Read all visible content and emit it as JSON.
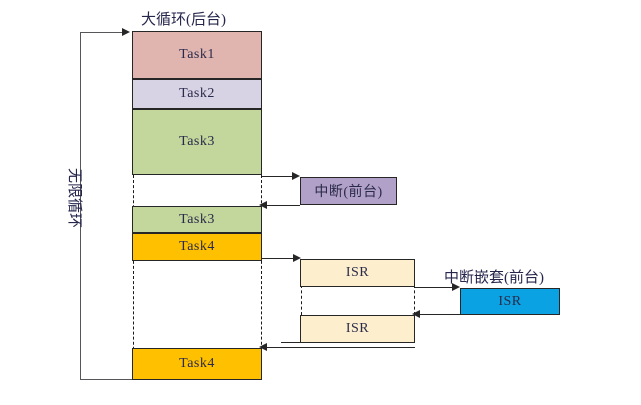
{
  "diagram": {
    "title_background": "大循环(后台)",
    "label_loop": "无限循环",
    "label_foreground_interrupt": "中断嵌套(前台)",
    "colors": {
      "task1": "#e0b5b0",
      "task2": "#d8d3e4",
      "task3": "#c3d69b",
      "task4": "#ffc000",
      "interrupt": "#b1a0c7",
      "isr": "#fdeecd",
      "isr_nested": "#0aa2e2",
      "stroke": "#262626"
    },
    "main_column": [
      {
        "label": "Task1",
        "fill": "#e0b5b0"
      },
      {
        "label": "Task2",
        "fill": "#d8d3e4"
      },
      {
        "label": "Task3",
        "fill": "#c3d69b"
      },
      {
        "label": "Task3",
        "fill": "#c3d69b"
      },
      {
        "label": "Task4",
        "fill": "#ffc000"
      },
      {
        "label": "Task4",
        "fill": "#ffc000"
      }
    ],
    "interrupt_box": {
      "label": "中断(前台)",
      "fill": "#b1a0c7"
    },
    "isr_boxes": [
      {
        "label": "ISR",
        "fill": "#fdeecd"
      },
      {
        "label": "ISR",
        "fill": "#fdeecd"
      }
    ],
    "nested_isr_box": {
      "label": "ISR",
      "fill": "#0aa2e2"
    }
  }
}
